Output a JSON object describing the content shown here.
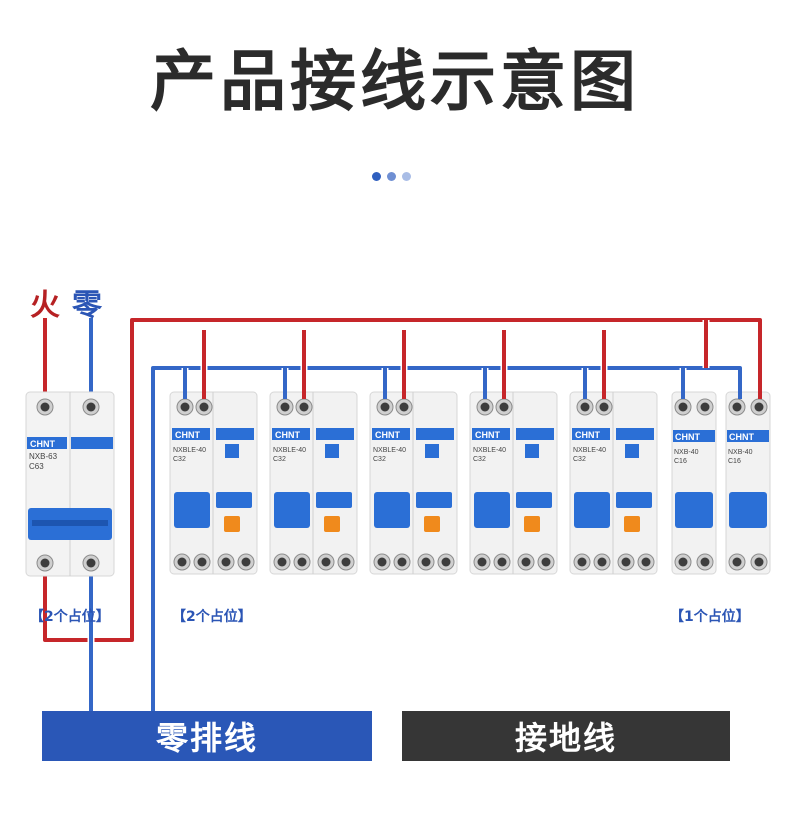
{
  "title": "产品接线示意图",
  "dots_colors": [
    "#2f5fbf",
    "#6f8fd3",
    "#a9bde6"
  ],
  "wire_labels": {
    "live": "火",
    "neutral": "零"
  },
  "colors": {
    "live": "#c6262a",
    "neutral": "#3467c7",
    "blue_handle": "#2b6fd6",
    "test_button": "#f08a1c",
    "ground_bar": "#363636",
    "neutral_bar": "#2a57b7"
  },
  "main_breaker": {
    "brand": "CHNT",
    "model": "NXB-63",
    "rating": "C63",
    "slot_label": "【2个占位】"
  },
  "rcbo_breakers": {
    "brand": "CHNT",
    "model": "NXBLE-40",
    "rating": "C32",
    "count": 5,
    "slot_label": "【2个占位】"
  },
  "mcb_breakers": {
    "brand": "CHNT",
    "model": "NXB-40",
    "rating": "C16",
    "count": 2,
    "slot_label": "【1个占位】"
  },
  "bars": {
    "neutral": "零排线",
    "ground": "接地线"
  }
}
